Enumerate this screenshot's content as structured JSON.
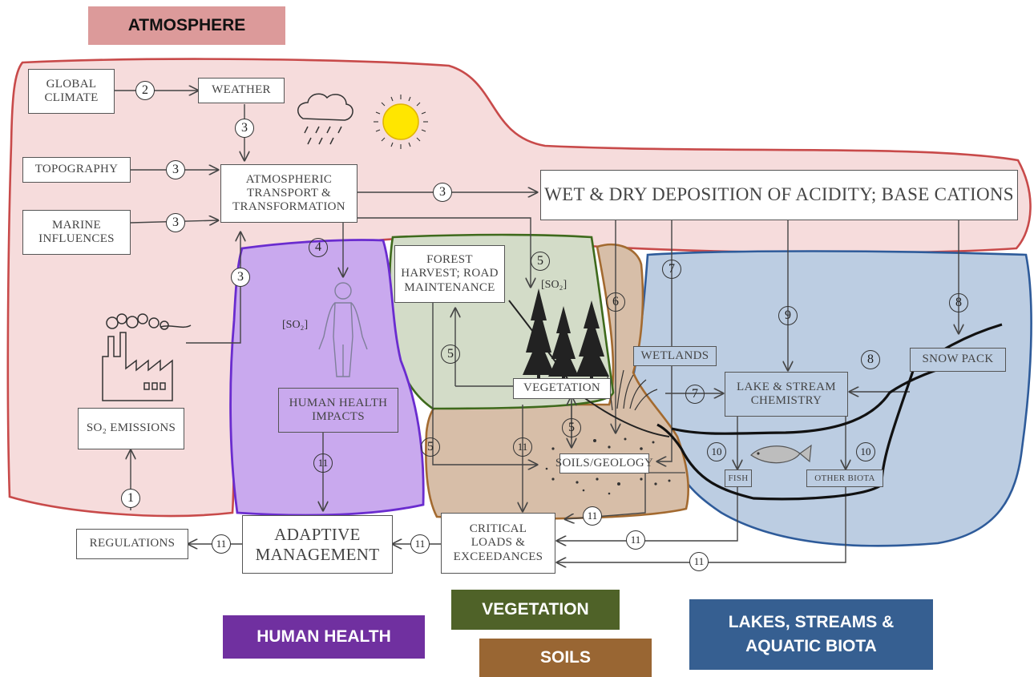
{
  "region_labels": {
    "atmosphere": "ATMOSPHERE",
    "human_health": "HUMAN HEALTH",
    "vegetation": "VEGETATION",
    "soils": "SOILS",
    "lakes": "LAKES, STREAMS &\nAQUATIC BIOTA"
  },
  "colors": {
    "atmosphere_tag": "#dc9a9a",
    "atmosphere_fill": "#f6dcdc",
    "atmosphere_stroke": "#c84a4a",
    "human_health_tag": "#7030a0",
    "human_health_fill": "#c9a9ee",
    "human_health_stroke": "#6a2ccf",
    "vegetation_tag": "#4f6228",
    "vegetation_fill": "#d3dcc8",
    "vegetation_stroke": "#3e6a1c",
    "soils_tag": "#996633",
    "soils_fill": "#d7bea8",
    "soils_stroke": "#a36a30",
    "lakes_tag": "#365f91",
    "lakes_fill": "#bccde2",
    "lakes_stroke": "#2e5b9a"
  },
  "boxes": {
    "global_climate": "GLOBAL\nCLIMATE",
    "weather": "WEATHER",
    "topography": "TOPOGRAPHY",
    "marine": "MARINE\nINFLUENCES",
    "atm_transport": "ATMOSPHERIC\nTRANSPORT &\nTRANSFORMATION",
    "deposition": "WET & DRY DEPOSITION OF ACIDITY; BASE CATIONS",
    "so2_emissions": "SO₂ EMISSIONS",
    "regulations": "REGULATIONS",
    "adaptive": "ADAPTIVE\nMANAGEMENT",
    "critical": "CRITICAL\nLOADS &\nEXCEEDANCES",
    "human_impacts": "HUMAN HEALTH\nIMPACTS",
    "forest": "FOREST\nHARVEST; ROAD\nMAINTENANCE",
    "vegetation_box": "VEGETATION",
    "soils_geology": "SOILS/GEOLOGY",
    "wetlands": "WETLANDS",
    "lake_chem": "LAKE & STREAM\nCHEMISTRY",
    "snow_pack": "SNOW PACK",
    "fish": "FISH",
    "other_biota": "OTHER BIOTA"
  },
  "so2_labels": {
    "human": "[SO₂]",
    "veg": "[SO₂]"
  },
  "markers": [
    {
      "id": "m1",
      "label": "1"
    },
    {
      "id": "m2",
      "label": "2"
    },
    {
      "id": "m3a",
      "label": "3"
    },
    {
      "id": "m3b",
      "label": "3"
    },
    {
      "id": "m3c",
      "label": "3"
    },
    {
      "id": "m3d",
      "label": "3"
    },
    {
      "id": "m3e",
      "label": "3"
    },
    {
      "id": "m4",
      "label": "4"
    },
    {
      "id": "m5a",
      "label": "5"
    },
    {
      "id": "m5b",
      "label": "5"
    },
    {
      "id": "m5c",
      "label": "5"
    },
    {
      "id": "m5d",
      "label": "5"
    },
    {
      "id": "m6",
      "label": "6"
    },
    {
      "id": "m7a",
      "label": "7"
    },
    {
      "id": "m7b",
      "label": "7"
    },
    {
      "id": "m8a",
      "label": "8"
    },
    {
      "id": "m8b",
      "label": "8"
    },
    {
      "id": "m9",
      "label": "9"
    },
    {
      "id": "m10a",
      "label": "10"
    },
    {
      "id": "m10b",
      "label": "10"
    },
    {
      "id": "m11a",
      "label": "11"
    },
    {
      "id": "m11b",
      "label": "11"
    },
    {
      "id": "m11c",
      "label": "11"
    },
    {
      "id": "m11d",
      "label": "11"
    },
    {
      "id": "m11e",
      "label": "11"
    },
    {
      "id": "m11f",
      "label": "11"
    },
    {
      "id": "m11g",
      "label": "11"
    }
  ]
}
